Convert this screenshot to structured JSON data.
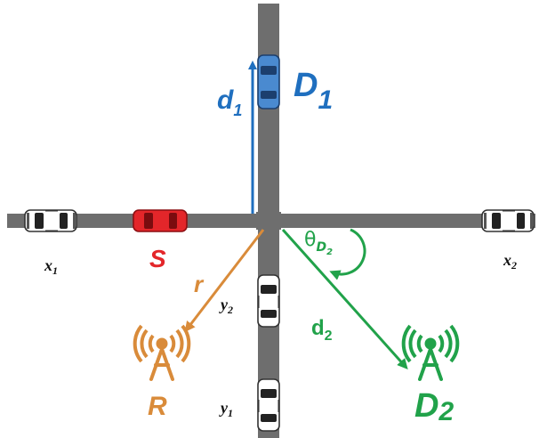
{
  "labels": {
    "d1": "d",
    "d1_sub": "1",
    "D1": "D",
    "D1_sub": "1",
    "S": "S",
    "x1": "x",
    "x1_sub": "1",
    "x2": "x",
    "x2_sub": "2",
    "r": "r",
    "y2": "y",
    "y2_sub": "2",
    "y1": "y",
    "y1_sub": "1",
    "R": "R",
    "d2": "d",
    "d2_sub": "2",
    "D2": "D",
    "D2_sub": "2",
    "theta": "θ",
    "theta_sub": "D",
    "theta_sub2": "2"
  },
  "colors": {
    "road": "#6e6e6e",
    "d1_blue": "#1f6fbf",
    "source_red": "#e3262a",
    "relay_orange": "#d98b3a",
    "d2_green": "#21a24a",
    "text_black": "#111111"
  },
  "icons": {
    "car": "car-icon",
    "antenna": "antenna-icon"
  }
}
